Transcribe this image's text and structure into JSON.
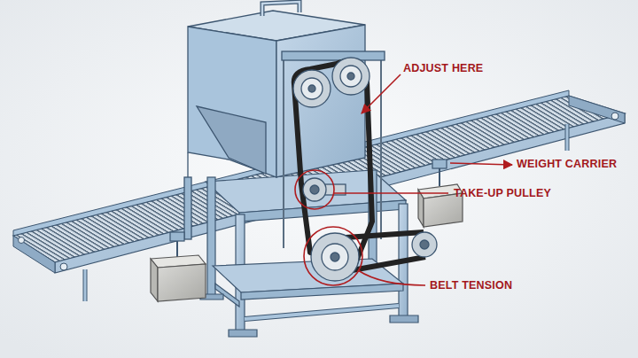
{
  "diagram": {
    "labels": [
      "ADJUST HERE",
      "WEIGHT CARRIER",
      "TAKE-UP PULLEY",
      "BELT TENSION"
    ]
  }
}
